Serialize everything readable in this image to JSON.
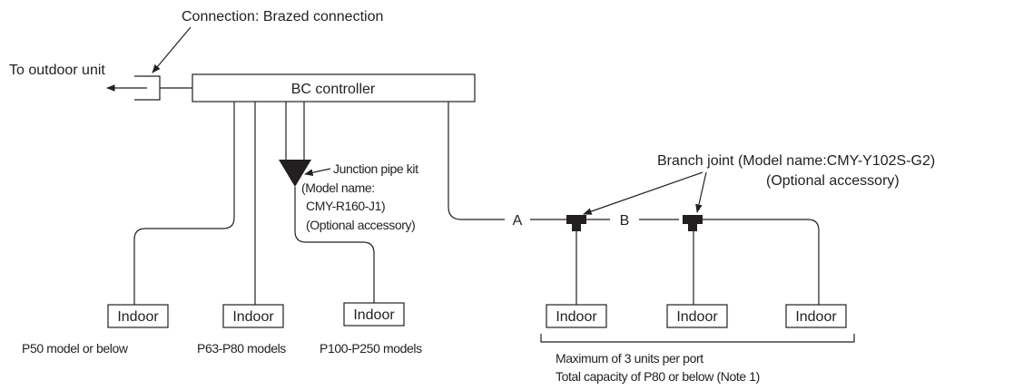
{
  "labels": {
    "connection": "Connection: Brazed connection",
    "to_outdoor": "To outdoor unit",
    "bc_controller": "BC controller",
    "junction_line1": "Junction pipe kit",
    "junction_line2": "(Model name:",
    "junction_line3": "CMY-R160-J1)",
    "junction_line4": "(Optional accessory)",
    "branch_line1": "Branch joint  (Model name:CMY-Y102S-G2)",
    "branch_line2": "(Optional accessory)",
    "point_a": "A",
    "point_b": "B",
    "caption_p50": "P50 model or below",
    "caption_p63": "P63-P80 models",
    "caption_p100": "P100-P250 models",
    "max_units": "Maximum of 3 units per port",
    "total_capacity": "Total capacity of P80 or below (Note 1)"
  },
  "indoor_units": [
    {
      "label": "Indoor"
    },
    {
      "label": "Indoor"
    },
    {
      "label": "Indoor"
    },
    {
      "label": "Indoor"
    },
    {
      "label": "Indoor"
    },
    {
      "label": "Indoor"
    }
  ]
}
